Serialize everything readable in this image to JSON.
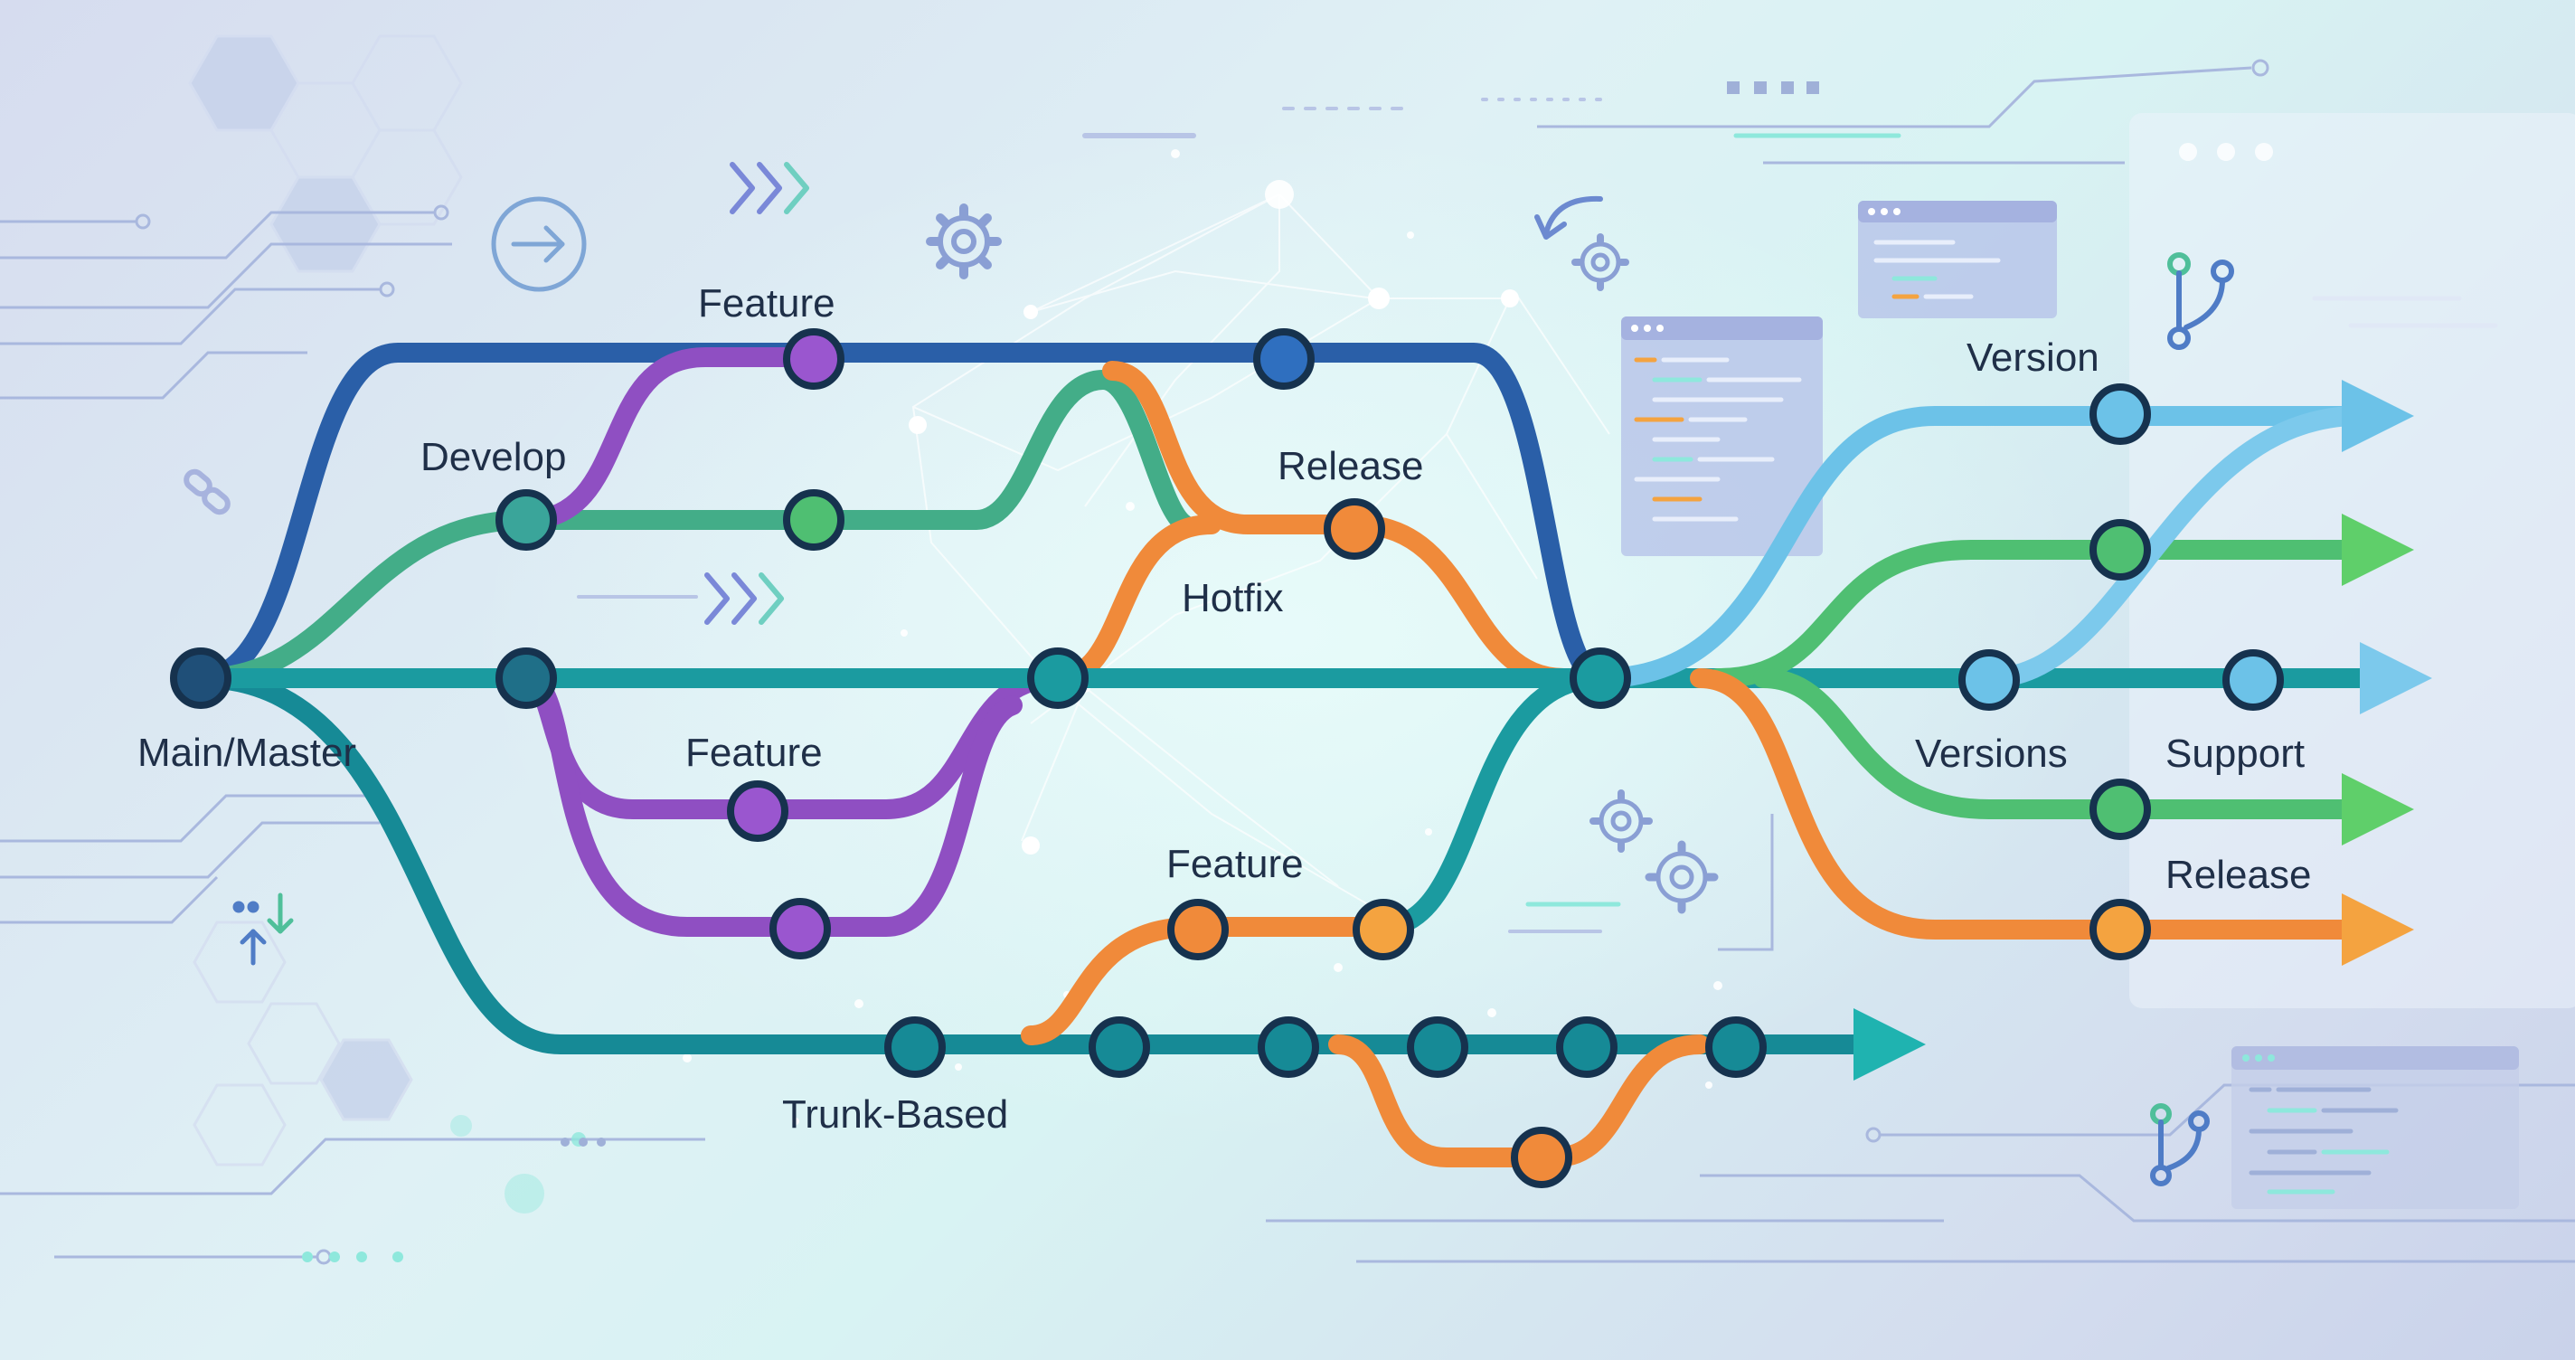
{
  "labels": {
    "main_master": "Main/Master",
    "develop": "Develop",
    "feature_top": "Feature",
    "feature_mid": "Feature",
    "feature_low": "Feature",
    "release_top": "Release",
    "hotfix": "Hotfix",
    "trunk_based": "Trunk-Based",
    "version": "Version",
    "versions": "Versions",
    "support": "Support",
    "release_right": "Release"
  },
  "colors": {
    "main": "#1f4f78",
    "develop": "#3aa59a",
    "trunk": "#168a96",
    "feature_purple": "#8f4fc2",
    "feature_orange": "#f08a3a",
    "master_blue": "#2f6fbf",
    "version_blue": "#6cc2e8",
    "green": "#4fbf72",
    "support_blue": "#7cc9ec",
    "release_orange": "#f4a340"
  },
  "icons": [
    "arrow-circle-icon",
    "chevrons-icon",
    "gear-icon",
    "undo-arrow-icon",
    "code-window-icon",
    "branch-icon",
    "link-icon",
    "sort-arrows-icon"
  ]
}
